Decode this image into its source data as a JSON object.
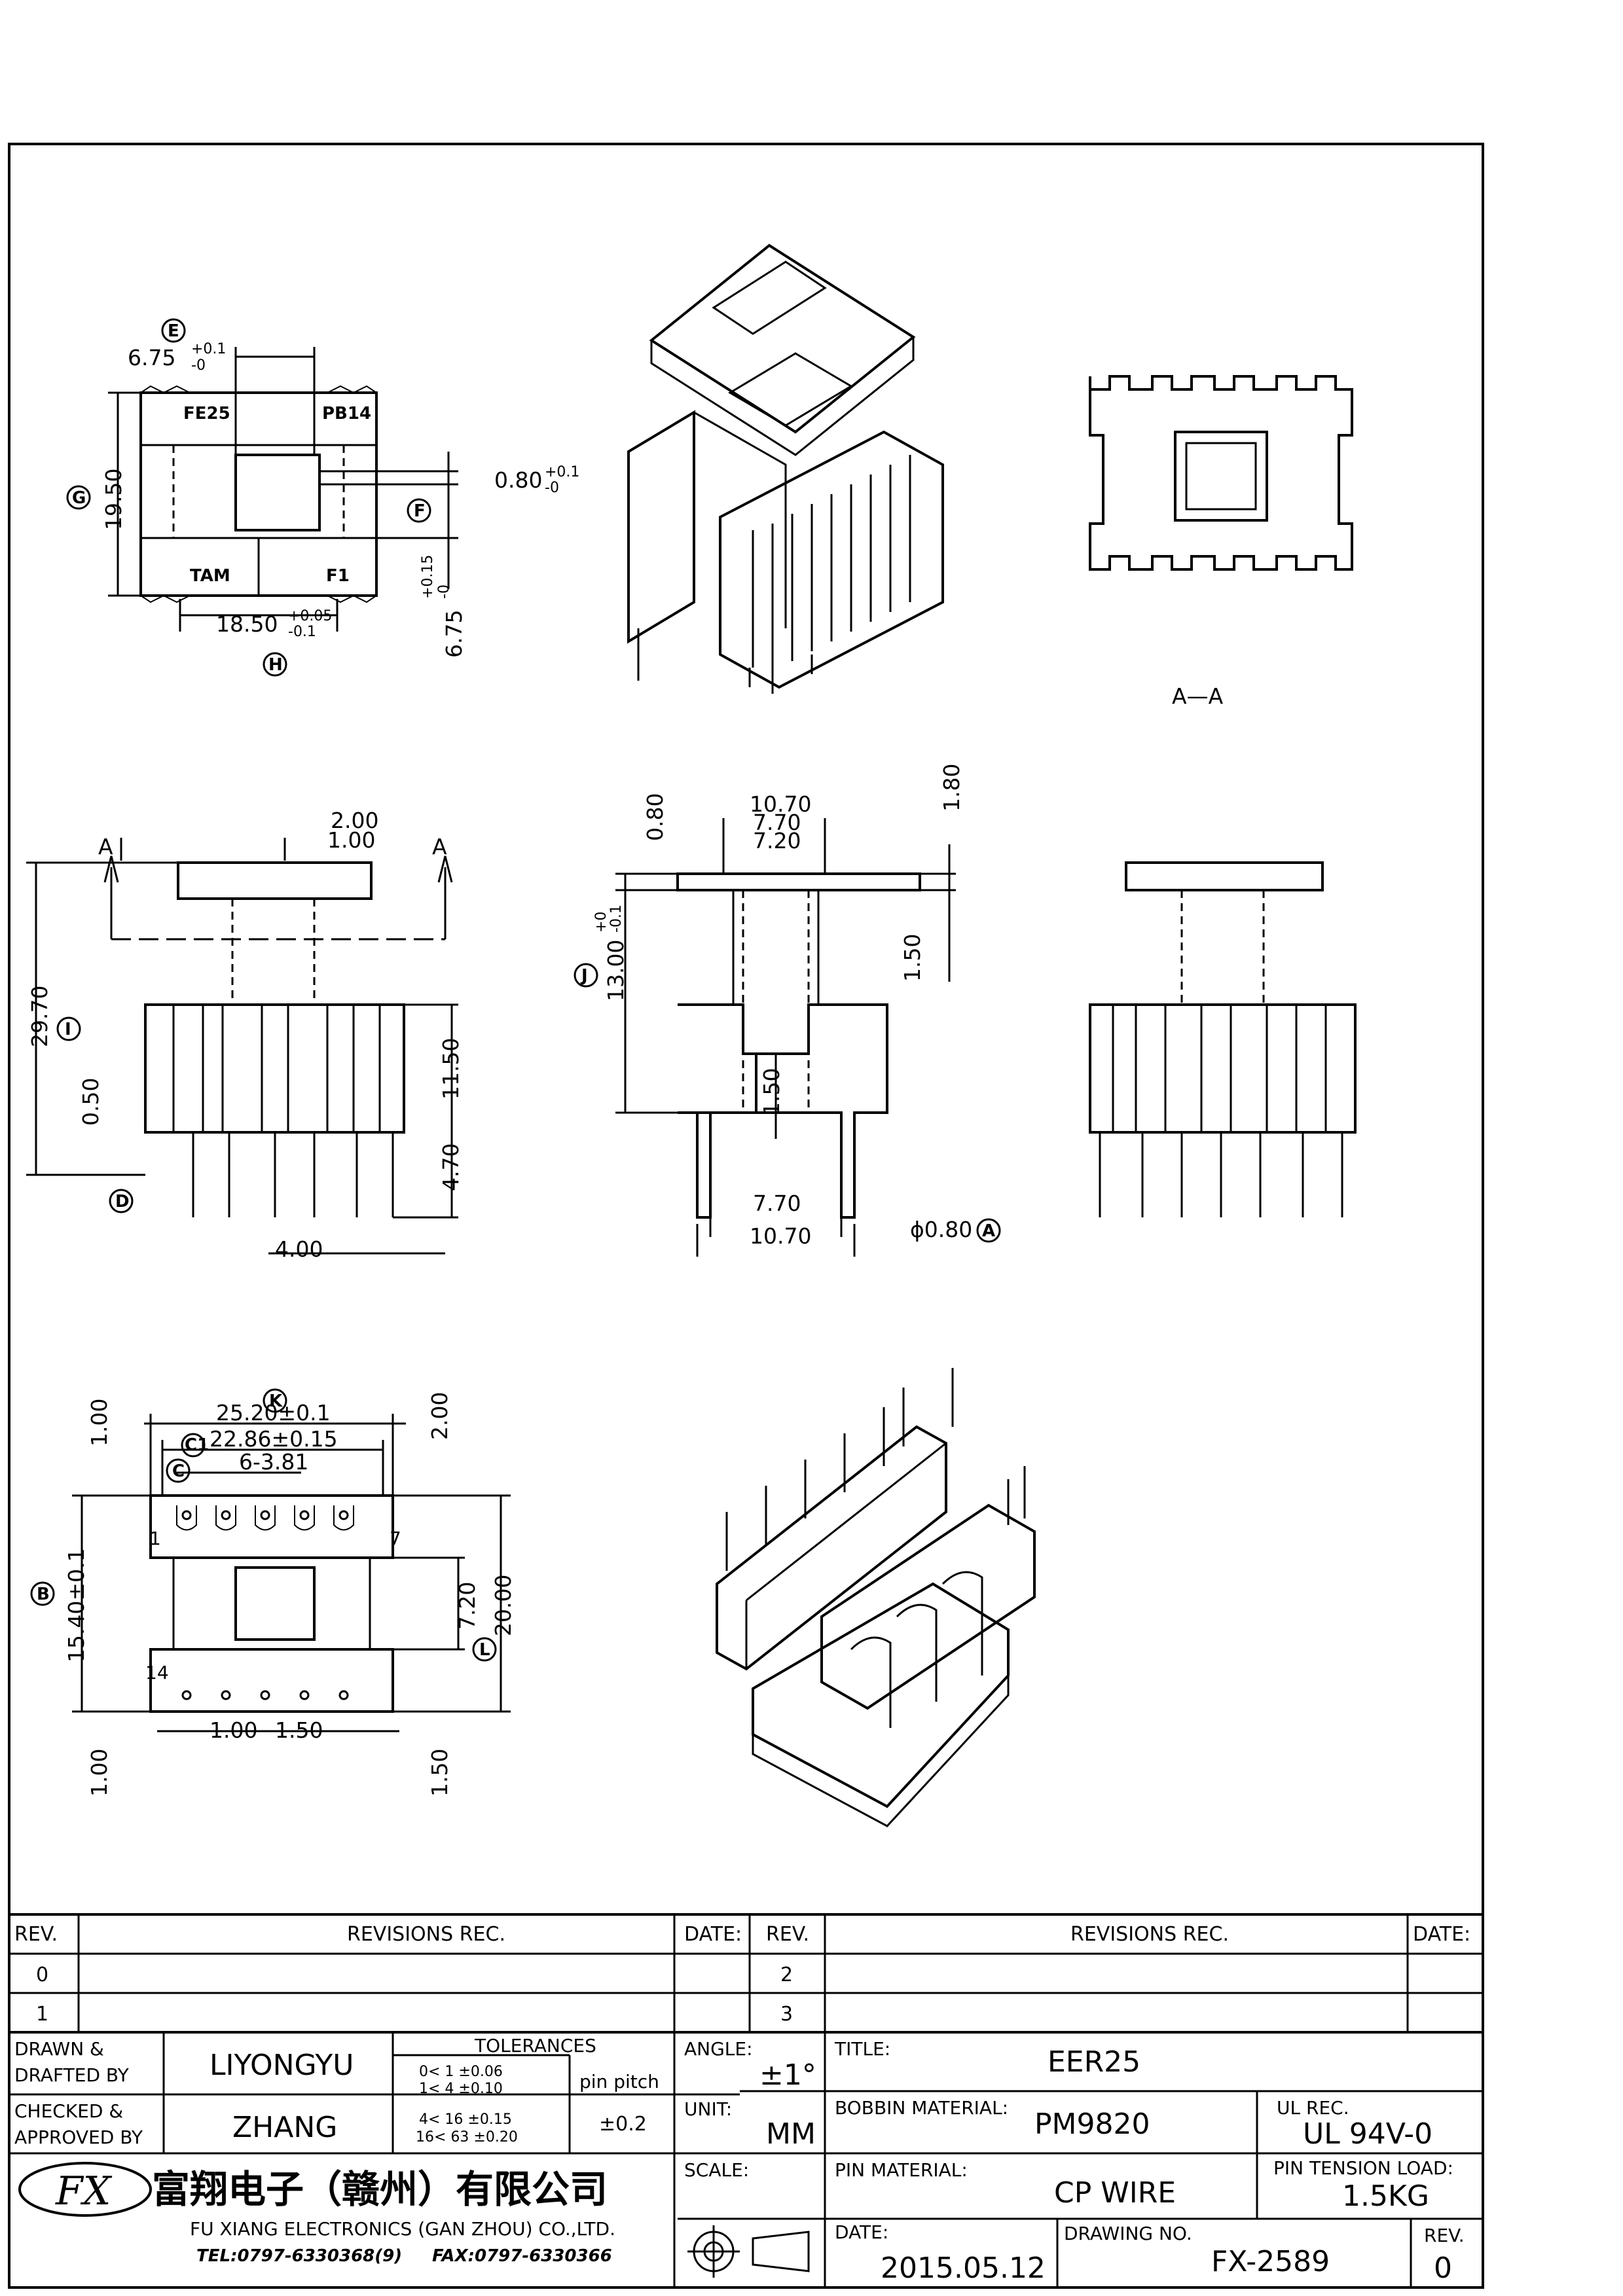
{
  "views": {
    "top": {
      "labels": [
        "FE25",
        "PB14",
        "TAM",
        "F1"
      ],
      "dims": {
        "e": "6.75",
        "e_tol_up": "+0.1",
        "e_tol_dn": "-0",
        "g": "19.50",
        "f": "0.80",
        "f_tol_up": "+0.1",
        "f_tol_dn": "-0",
        "h": "18.50",
        "h_tol_up": "+0.05",
        "h_tol_dn": "-0.1",
        "v": "6.75",
        "v_tol_up": "+0.15",
        "v_tol_dn": "-0"
      },
      "callouts": {
        "e": "E",
        "g": "G",
        "f": "F",
        "h": "H"
      }
    },
    "section_label": "A—A",
    "side": {
      "dims": {
        "d200": "2.00",
        "d100": "1.00",
        "d2970": "29.70",
        "d050": "0.50",
        "d1150": "11.50",
        "d470": "4.70",
        "d400": "4.00"
      },
      "callouts": {
        "i": "I",
        "d": "D"
      },
      "section_mark": "A"
    },
    "front": {
      "dims": {
        "d1070": "10.70",
        "d770": "7.70",
        "d720": "7.20",
        "d080": "0.80",
        "d180": "1.80",
        "d1300": "13.00",
        "d1300_tol_up": "+0",
        "d1300_tol_dn": "-0.1",
        "d150a": "1.50",
        "d150b": "1.50",
        "d770b": "7.70",
        "d1070b": "10.70",
        "dia": "ϕ0.80"
      },
      "callouts": {
        "j": "J",
        "a": "A"
      }
    },
    "bottom": {
      "dims": {
        "k": "25.20±0.1",
        "c1": "22.86±0.15",
        "c": "6-3.81",
        "d100a": "1.00",
        "d200": "2.00",
        "b": "15.40±0.1",
        "d720": "7.20",
        "d2000": "20.00",
        "d100b": "1.00",
        "d150": "1.50",
        "d100c": "1.00",
        "d150b": "1.50"
      },
      "pins": {
        "p1": "1",
        "p7": "7",
        "p14": "14"
      },
      "callouts": {
        "k": "K",
        "c1": "C1",
        "c": "C",
        "b": "B",
        "l": "L"
      }
    }
  },
  "title_block": {
    "rev_header": "REV.",
    "revisions_header": "REVISIONS   REC.",
    "date_header": "DATE:",
    "rev_header2": "REV.",
    "revisions_header2": "REVISIONS   REC.",
    "date_header2": "DATE:",
    "rev_rows": [
      "0",
      "1"
    ],
    "rev_rows2": [
      "2",
      "3"
    ],
    "drawn_label_1": "DRAWN  &",
    "drawn_label_2": "DRAFTED  BY",
    "drawn_by": "LIYONGYU",
    "checked_label_1": "CHECKED  &",
    "checked_label_2": "APPROVED  BY",
    "checked_by": "ZHANG",
    "tolerances_label": "TOLERANCES",
    "tol_rows": [
      "0<  1     ±0.06",
      "1<  4     ±0.10",
      "4<  16   ±0.15",
      "16<  63   ±0.20"
    ],
    "pin_pitch_label": "pin  pitch",
    "pin_pitch_value": "±0.2",
    "angle_label": "ANGLE:",
    "angle_value": "±1°",
    "unit_label": "UNIT:",
    "unit_value": "MM",
    "scale_label": "SCALE:",
    "title_label": "TITLE:",
    "title_value": "EER25",
    "bobbin_label": "BOBBIN  MATERIAL:",
    "bobbin_value": "PM9820",
    "ul_label": "UL  REC.",
    "ul_value": "UL  94V-0",
    "pin_material_label": "PIN  MATERIAL:",
    "pin_material_value": "CP  WIRE",
    "tension_label": "PIN  TENSION  LOAD:",
    "tension_value": "1.5KG",
    "date_label": "DATE:",
    "date_value": "2015.05.12",
    "drawing_no_label": "DRAWING  NO.",
    "drawing_no_value": "FX-2589",
    "rev_label": "REV.",
    "rev_value": "0",
    "company_cn": "富翔电子（赣州）有限公司",
    "company_en": "FU XIANG ELECTRONICS (GAN ZHOU) CO.,LTD.",
    "tel": "TEL:0797-6330368(9)",
    "fax": "FAX:0797-6330366",
    "logo_text": "FX"
  }
}
